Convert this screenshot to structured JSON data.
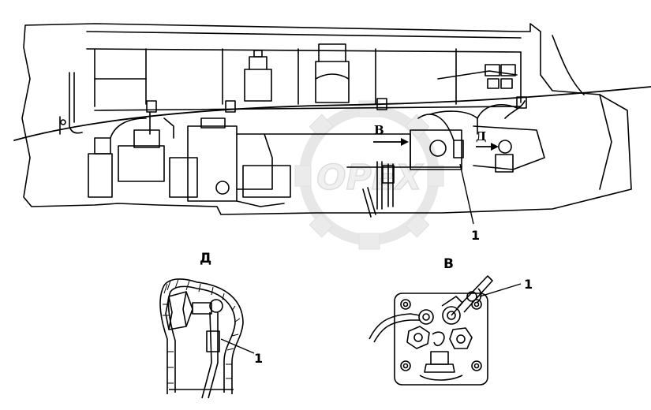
{
  "diagram": {
    "callout_number": "1",
    "view_arrow_b": "В",
    "view_arrow_d": "Д",
    "detail_d_title": "Д",
    "detail_b_title": "В",
    "detail_d_callout": "1",
    "detail_b_callout": "1",
    "watermark_text": "OPEX"
  },
  "colors": {
    "line": "#000000",
    "watermark": "#d9d9d9",
    "background": "#ffffff"
  }
}
